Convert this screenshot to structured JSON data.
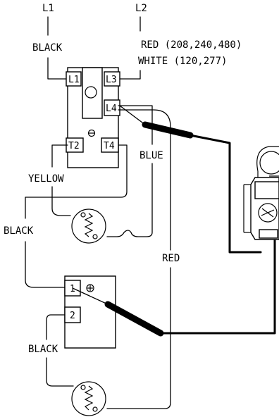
{
  "labels": {
    "l1_supply": "L1",
    "l2_supply": "L2",
    "black_top": "BLACK",
    "red_voltage": "RED (208,240,480)",
    "white_voltage": "WHITE (120,277)",
    "yellow": "YELLOW",
    "blue": "BLUE",
    "black_mid": "BLACK",
    "red_right": "RED",
    "black_bottom": "BLACK"
  },
  "upper_thermostat": {
    "t_l1": "L1",
    "t_l3": "L3",
    "t_l4": "L4",
    "t_t2": "T2",
    "t_t4": "T4"
  },
  "lower_thermostat": {
    "t_1": "1",
    "t_2": "2"
  }
}
